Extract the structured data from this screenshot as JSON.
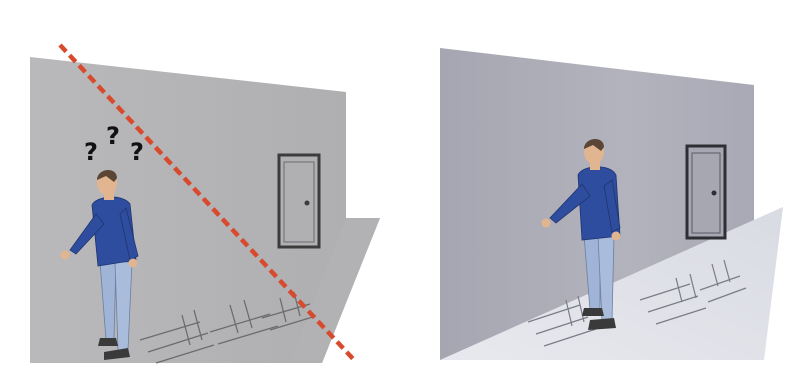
{
  "panels": [
    {
      "role": "incorrect",
      "marked_wrong": true,
      "question_marks": [
        "?",
        "?",
        "?"
      ]
    },
    {
      "role": "correct",
      "marked_wrong": false,
      "question_marks": []
    }
  ],
  "colors": {
    "wall_left": "#b7b7b9",
    "wall_right": "#a8a8b4",
    "floor_right": "#e4e5ea",
    "cross_line": "#d84a2e",
    "sweater": "#2f4d9e",
    "pants": "#9fb4d6",
    "skin": "#e2b591",
    "hair": "#5b4636",
    "shoes": "#3a3a3a",
    "door_frame": "#3c3c3c"
  },
  "icons": [
    "person-figure",
    "door-icon",
    "question-mark",
    "red-dashed-cross-line",
    "floor-tiles"
  ]
}
